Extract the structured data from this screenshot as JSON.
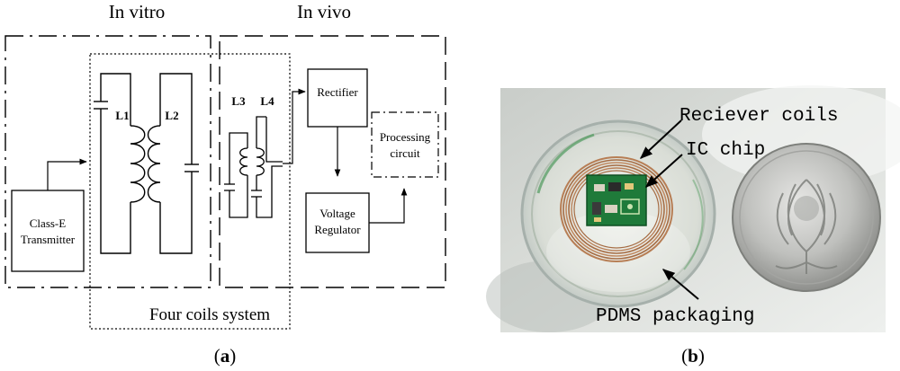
{
  "panel_a": {
    "region_in_vitro": "In vitro",
    "region_in_vivo": "In vivo",
    "coil_l1": "L1",
    "coil_l2": "L2",
    "coil_l3": "L3",
    "coil_l4": "L4",
    "transmitter_line1": "Class-E",
    "transmitter_line2": "Transmitter",
    "rectifier": "Rectifier",
    "regulator_line1": "Voltage",
    "regulator_line2": "Regulator",
    "processing_line1": "Processing",
    "processing_line2": "circuit",
    "coils_system": "Four coils system",
    "caption_open": "(",
    "caption_letter": "a",
    "caption_close": ")"
  },
  "panel_b": {
    "label_receiver": "Reciever coils",
    "label_ic": "IC chip",
    "label_pdms": "PDMS packaging",
    "caption_open": "(",
    "caption_letter": "b",
    "caption_close": ")"
  }
}
